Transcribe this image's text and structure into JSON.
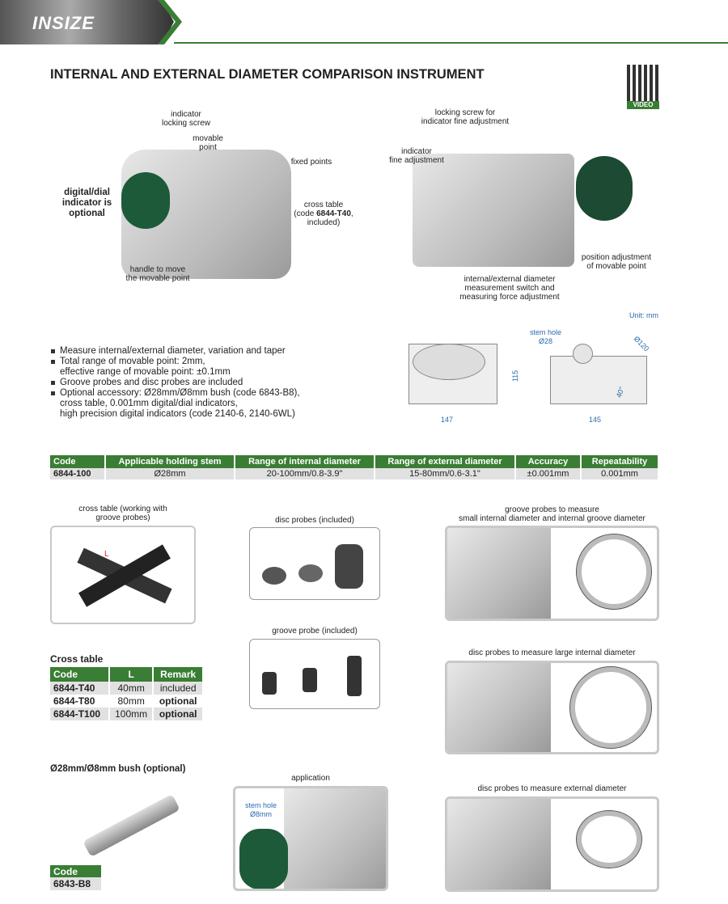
{
  "brand": "INSIZE",
  "title": "INTERNAL AND EXTERNAL DIAMETER COMPARISON INSTRUMENT",
  "qr_label": "VIDEO",
  "left_photo_labels": {
    "indicator_locking_screw": "indicator\nlocking screw",
    "movable_point": "movable\npoint",
    "fixed_points": "fixed points",
    "digital_indicator": "digital/dial\nindicator is\noptional",
    "cross_table_pre": "cross table\n(code ",
    "cross_table_code": "6844-T40",
    "cross_table_post": ",\nincluded)",
    "handle": "handle to move\nthe movable point"
  },
  "right_photo_labels": {
    "locking_screw_fine": "locking screw for\nindicator fine adjustment",
    "fine_adjustment": "indicator\nfine adjustment",
    "position_adjustment": "position adjustment\nof movable point",
    "switch": "internal/external diameter\nmeasurement switch and\nmeasuring force adjustment"
  },
  "features": [
    "Measure internal/external diameter, variation and taper",
    "Total range of movable point: 2mm,\neffective range of movable point: ±0.1mm",
    "Groove probes and disc probes are included",
    "Optional accessory: Ø28mm/Ø8mm bush (code 6843-B8),\ncross table, 0.001mm digital/dial indicators,\nhigh precision digital indicators (code 2140-6, 2140-6WL)"
  ],
  "drawing": {
    "unit": "Unit: mm",
    "stem_hole": "stem hole",
    "stem_dia": "Ø28",
    "dia": "Ø120",
    "angle": "40°",
    "height": "115",
    "width1": "147",
    "width2": "145"
  },
  "spec_table": {
    "headers": [
      "Code",
      "Applicable holding stem",
      "Range of internal diameter",
      "Range of external diameter",
      "Accuracy",
      "Repeatability"
    ],
    "rows": [
      [
        "6844-100",
        "Ø28mm",
        "20-100mm/0.8-3.9\"",
        "15-80mm/0.6-3.1\"",
        "±0.001mm",
        "0.001mm"
      ]
    ]
  },
  "captions": {
    "cross_table_img": "cross table (working with\ngroove probes)",
    "disc_probes": "disc probes (included)",
    "groove_probe": "groove probe (included)",
    "groove_measure": "groove probes to measure\nsmall internal diameter and internal groove diameter",
    "disc_large": "disc probes to measure large internal diameter",
    "disc_external": "disc probes to measure external diameter",
    "application": "application",
    "app_stem_hole": "stem hole",
    "app_stem_dia": "Ø8mm",
    "cross_L": "L"
  },
  "cross_table": {
    "title": "Cross table",
    "headers": [
      "Code",
      "L",
      "Remark"
    ],
    "rows": [
      [
        "6844-T40",
        "40mm",
        "included"
      ],
      [
        "6844-T80",
        "80mm",
        "optional"
      ],
      [
        "6844-T100",
        "100mm",
        "optional"
      ]
    ]
  },
  "bush": {
    "title": "Ø28mm/Ø8mm bush (optional)",
    "header": "Code",
    "code": "6843-B8"
  },
  "colors": {
    "green": "#3a7d34",
    "blue": "#2a6bb0"
  }
}
